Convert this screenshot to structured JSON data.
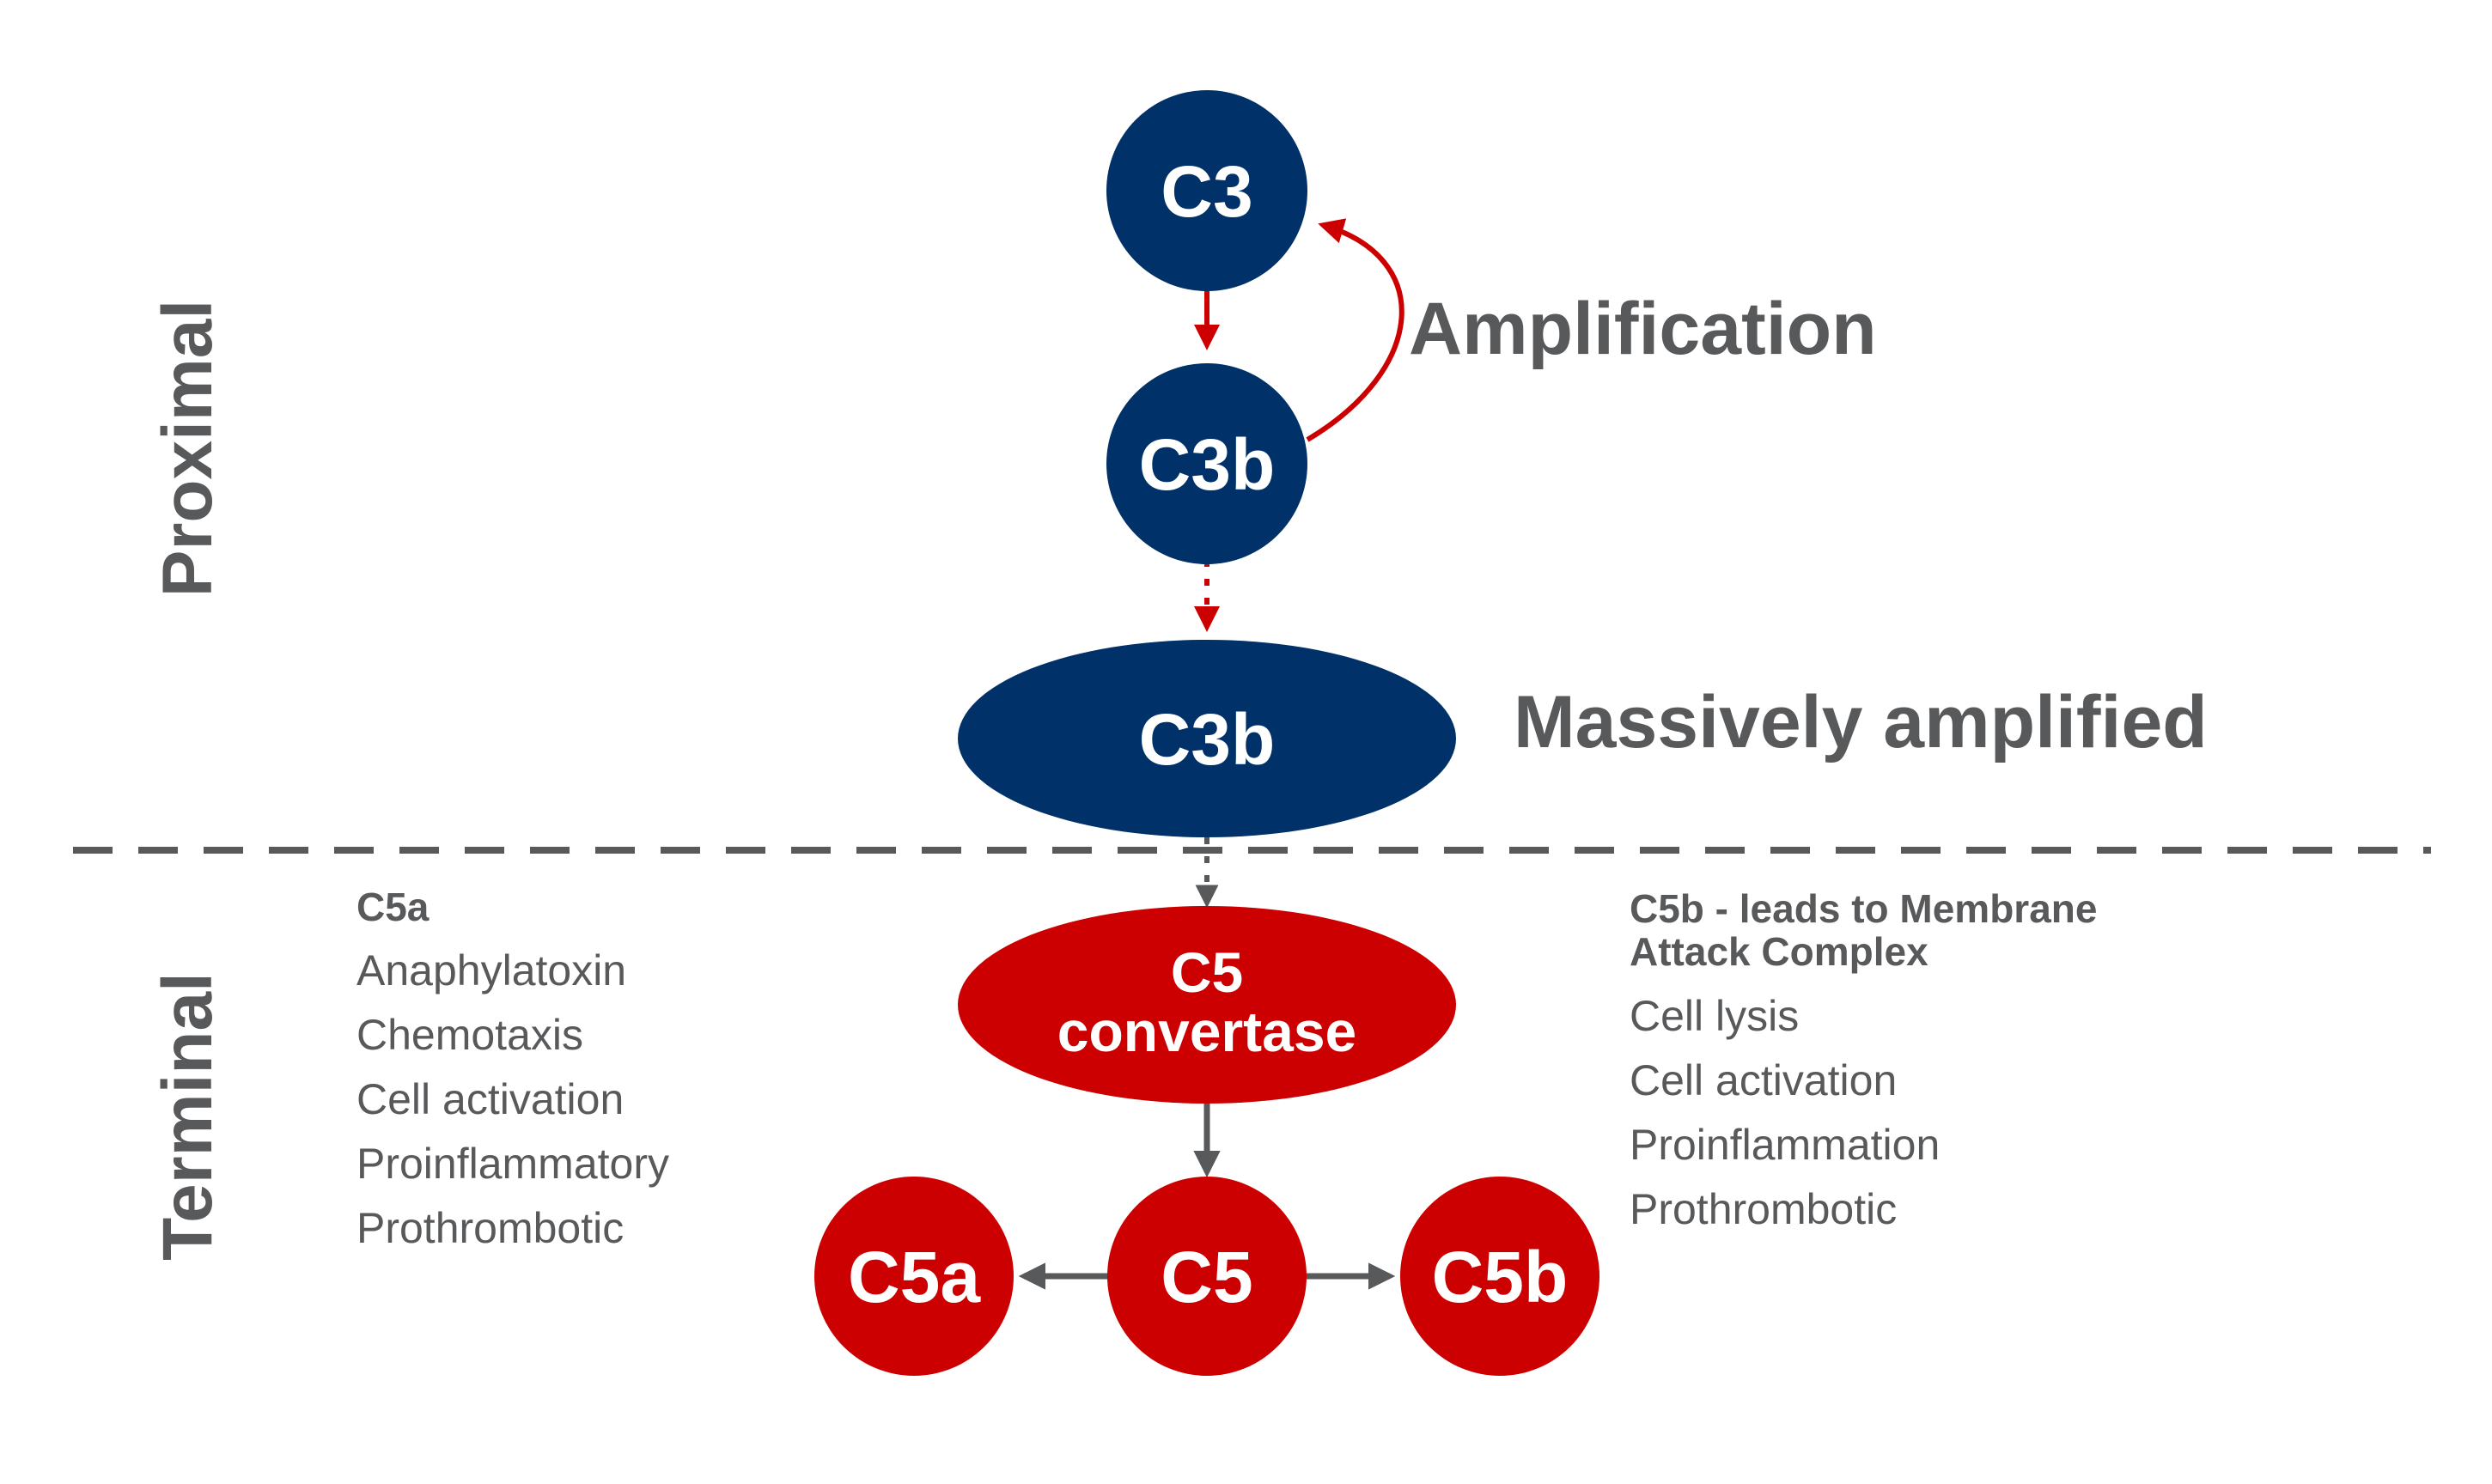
{
  "colors": {
    "navy": "#003168",
    "red": "#cc0000",
    "gray": "#58595b",
    "white": "#ffffff"
  },
  "sections": {
    "proximal": "Proximal",
    "terminal": "Terminal"
  },
  "nodes": {
    "c3": "C3",
    "c3b_small": "C3b",
    "c3b_large": "C3b",
    "c5_convertase_line1": "C5",
    "c5_convertase_line2": "convertase",
    "c5a": "C5a",
    "c5": "C5",
    "c5b": "C5b"
  },
  "annotations": {
    "amplification": "Amplification",
    "massively_amplified": "Massively amplified"
  },
  "c5a_effects": {
    "title": "C5a",
    "items": [
      "Anaphylatoxin",
      "Chemotaxis",
      "Cell activation",
      "Proinflammatory",
      "Prothrombotic"
    ]
  },
  "c5b_effects": {
    "title_line1": "C5b - leads to Membrane",
    "title_line2": "Attack Complex",
    "items": [
      "Cell lysis",
      "Cell activation",
      "Proinflammation",
      "Prothrombotic"
    ]
  }
}
